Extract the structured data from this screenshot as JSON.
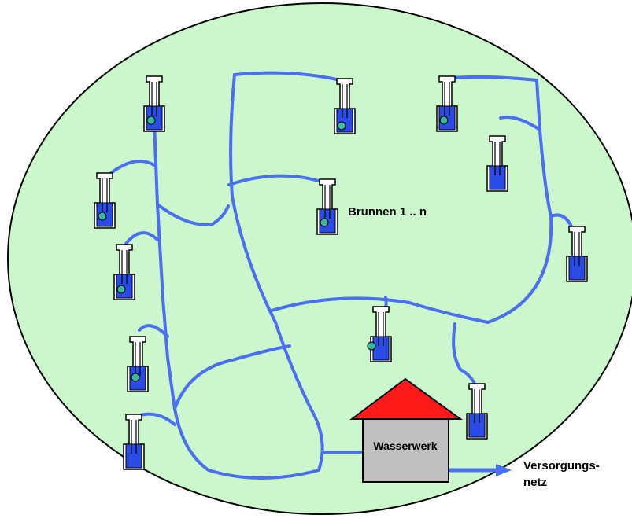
{
  "labels": {
    "wells": "Brunnen 1 .. n",
    "waterworks": "Wasserwerk",
    "supply_line1": "Versorgungs-",
    "supply_line2": "netz"
  },
  "colors": {
    "field": "#ccf7cc",
    "pipe": "#4a6ff0",
    "well_water": "#2a4be6",
    "roof": "#ff1a1a",
    "house": "#c0c0c0",
    "pump": "#3db89a"
  },
  "icons": {
    "well": "well-icon",
    "pump": "pump-icon",
    "house": "waterworks-house-icon",
    "arrow": "arrow-right-icon"
  }
}
